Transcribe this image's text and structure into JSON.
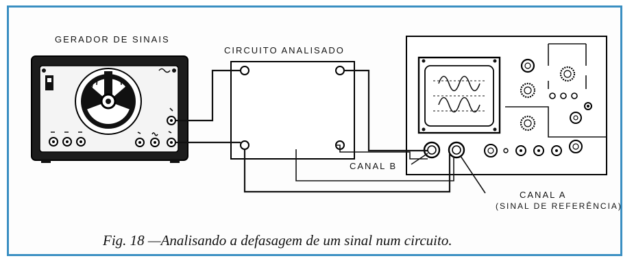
{
  "labels": {
    "generator": "GERADOR DE SINAIS",
    "circuit": "CIRCUITO ANALISADO",
    "channel_b": "CANAL B",
    "channel_a": "CANAL A",
    "channel_a_note": "(SINAL DE REFERÊNCIA)"
  },
  "caption": "Fig. 18 —Analisando a defasagem de um sinal num circuito.",
  "colors": {
    "frame": "#3a8fc2",
    "ink": "#111111"
  }
}
